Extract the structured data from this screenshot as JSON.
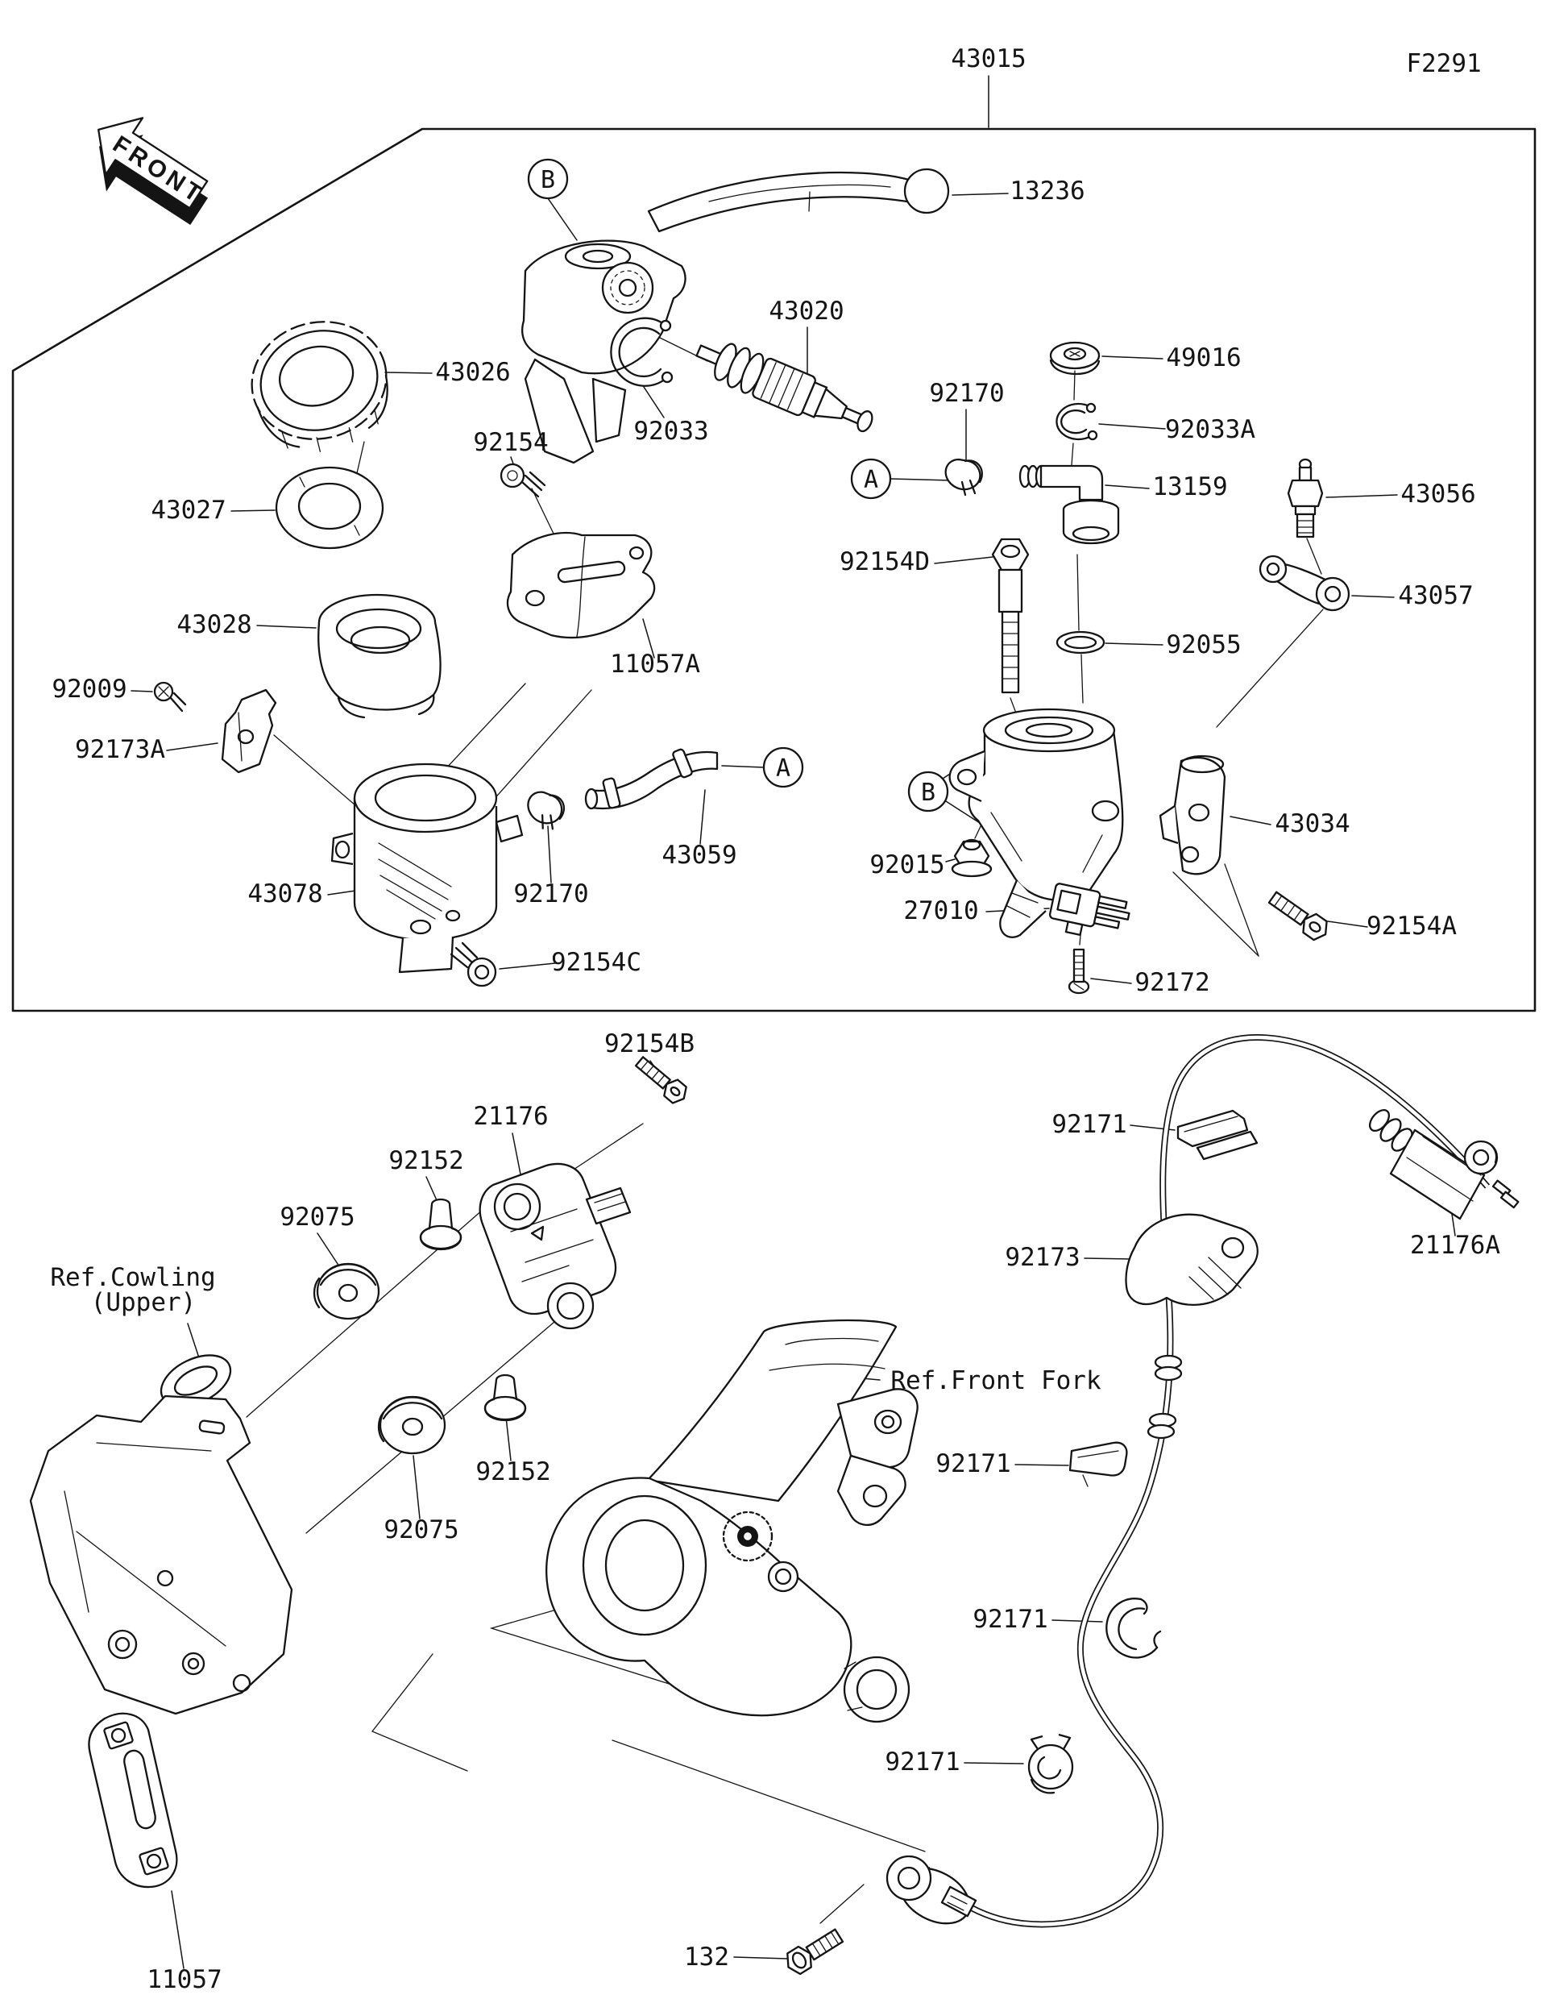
{
  "page": {
    "background": "#ffffff",
    "ink": "#141414"
  },
  "header": {
    "assembly_label": "43015",
    "figure_code": "F2291"
  },
  "front_marker": "FRONT",
  "view_markers": {
    "a": "A",
    "b": "B"
  },
  "refs": {
    "cowling_line1": "Ref.Cowling",
    "cowling_line2": "(Upper)",
    "front_fork": "Ref.Front Fork"
  },
  "parts": {
    "43015": "43015",
    "13236": "13236",
    "43020": "43020",
    "43026": "43026",
    "92154": "92154",
    "92033": "92033",
    "92170": "92170",
    "49016": "49016",
    "92033A": "92033A",
    "13159": "13159",
    "43056": "43056",
    "43027": "43027",
    "92154D": "92154D",
    "43057": "43057",
    "43028": "43028",
    "11057A": "11057A",
    "92055": "92055",
    "92009": "92009",
    "92173A": "92173A",
    "43034": "43034",
    "92015": "92015",
    "43059": "43059",
    "43078": "43078",
    "27010": "27010",
    "92154A": "92154A",
    "92154C": "92154C",
    "92172": "92172",
    "92154B": "92154B",
    "21176": "21176",
    "92171": "92171",
    "92152": "92152",
    "92075": "92075",
    "92173": "92173",
    "21176A": "21176A",
    "11057": "11057",
    "132": "132"
  }
}
